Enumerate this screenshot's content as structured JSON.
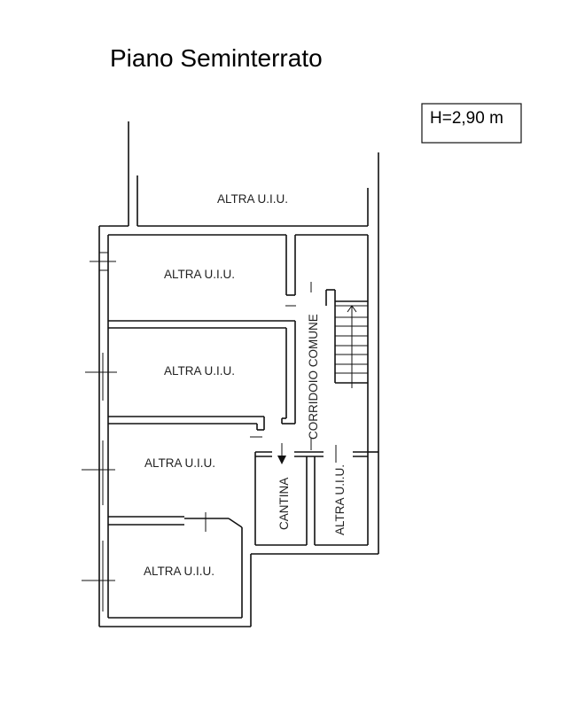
{
  "title": "Piano Seminterrato",
  "height_label": "H=2,90 m",
  "rooms": {
    "top_unit": "ALTRA U.I.U.",
    "unit_1": "ALTRA U.I.U.",
    "unit_2": "ALTRA U.I.U.",
    "unit_3": "ALTRA U.I.U.",
    "unit_4": "ALTRA U.I.U.",
    "corridor": "CORRIDOIO COMUNE",
    "cellar": "CANTINA",
    "small_unit": "ALTRA U.I.U."
  }
}
